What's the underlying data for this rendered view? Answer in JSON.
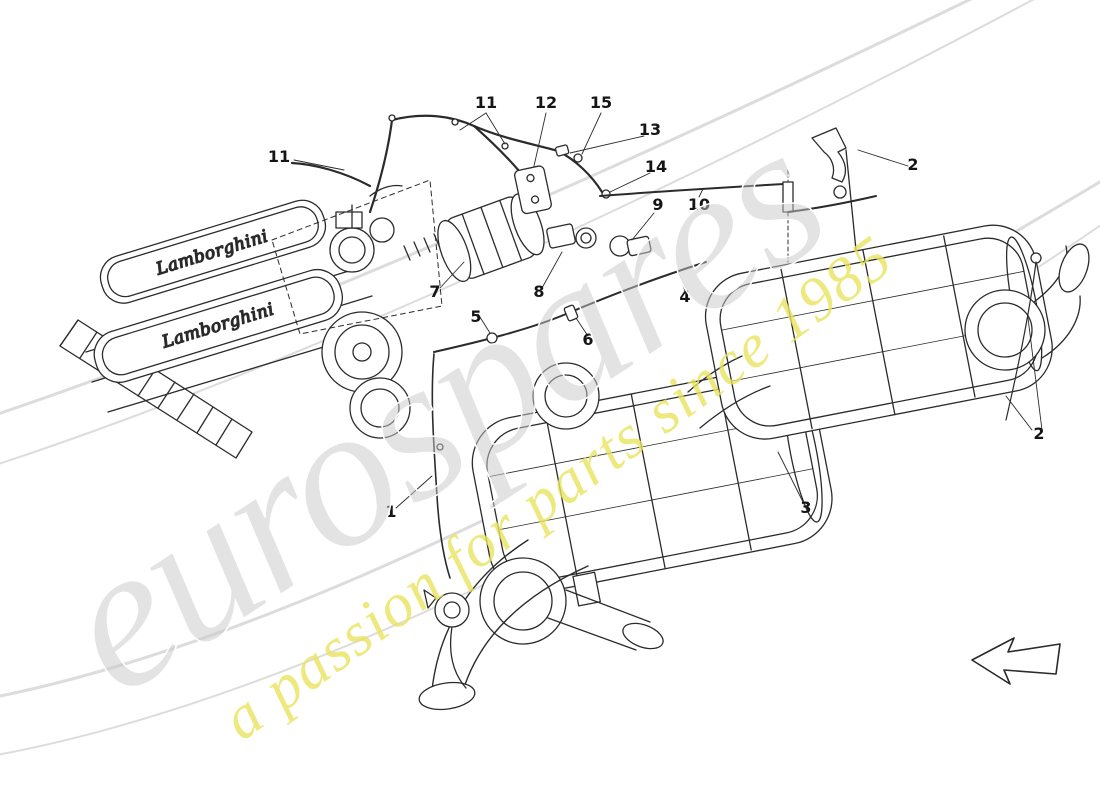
{
  "canvas": {
    "background": "#ffffff",
    "line_color": "#2b2b2b",
    "swoosh_color": "#dcdcdc"
  },
  "watermark": {
    "brand": "eurospares",
    "brand_color": "#c8c8c8",
    "tagline": "a passion for parts since 1985",
    "tagline_color": "#e9e45e"
  },
  "engine": {
    "badge_rear": "Lamborghini",
    "badge_front": "Lamborghini"
  },
  "callouts": [
    {
      "label": "11"
    },
    {
      "label": "11"
    },
    {
      "label": "12"
    },
    {
      "label": "15"
    },
    {
      "label": "13"
    },
    {
      "label": "14"
    },
    {
      "label": "9"
    },
    {
      "label": "10"
    },
    {
      "label": "2"
    },
    {
      "label": "7"
    },
    {
      "label": "8"
    },
    {
      "label": "5"
    },
    {
      "label": "6"
    },
    {
      "label": "4"
    },
    {
      "label": "1"
    },
    {
      "label": "3"
    },
    {
      "label": "2"
    }
  ]
}
